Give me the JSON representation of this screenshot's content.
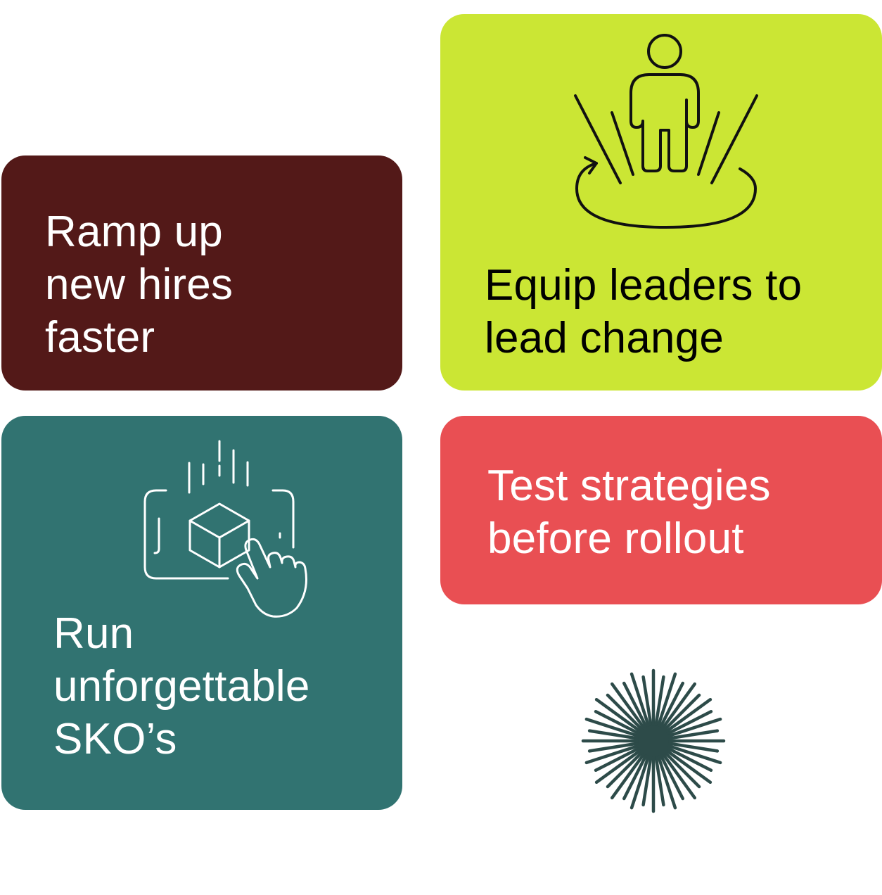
{
  "cards": {
    "ramp": {
      "lines": [
        "Ramp up",
        "new hires",
        "faster"
      ],
      "color": "#531918",
      "text_color": "#ffffff"
    },
    "equip": {
      "lines": [
        "Equip leaders to",
        "lead change"
      ],
      "color": "#cbe634",
      "text_color": "#000000",
      "icon": "person-spotlight-icon"
    },
    "run": {
      "lines": [
        "Run",
        "unforgettable",
        "SKO’s"
      ],
      "color": "#317371",
      "text_color": "#ffffff",
      "icon": "tap-3d-box-icon"
    },
    "test": {
      "lines": [
        "Test strategies",
        "before rollout"
      ],
      "color": "#e94f53",
      "text_color": "#ffffff"
    }
  },
  "decor": {
    "burst_icon": "starburst-icon",
    "burst_color": "#2d4b49"
  }
}
